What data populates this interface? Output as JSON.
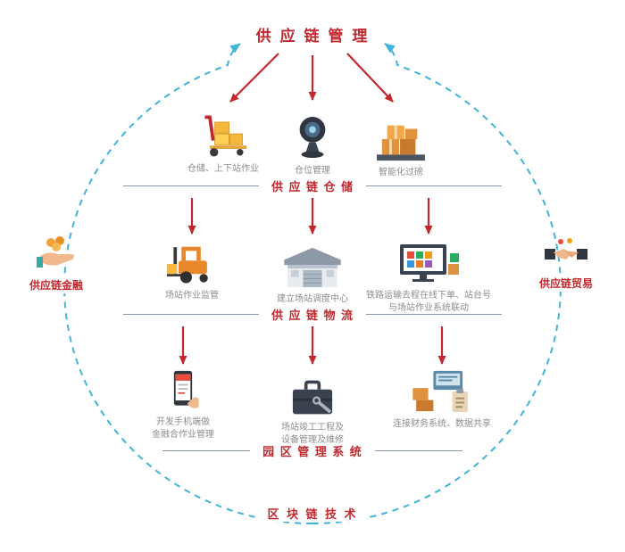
{
  "title": "供 应 链 管 理",
  "bottom_label": "区 块 链 技 术",
  "left_node": {
    "label": "供应链金融",
    "icon": "coins-in-hand-icon"
  },
  "right_node": {
    "label": "供应链贸易",
    "icon": "handshake-icon"
  },
  "sections": [
    {
      "divider": "供 应 链 仓 储",
      "items": [
        {
          "label": "仓储、上下站作业",
          "icon": "pallet-truck-icon"
        },
        {
          "label": "仓位管理",
          "icon": "webcam-icon"
        },
        {
          "label": "智能化过磅",
          "icon": "weighbridge-icon"
        }
      ]
    },
    {
      "divider": "供 应 链 物 流",
      "items": [
        {
          "label": "场站作业监管",
          "icon": "forklift-icon"
        },
        {
          "label": "建立场站调度中心",
          "icon": "warehouse-icon"
        },
        {
          "label": "铁路运输去程在线下单、站台号\n与场站作业系统联动",
          "icon": "monitor-cargo-icon"
        }
      ]
    },
    {
      "divider": "园 区 管 理 系 统",
      "items": [
        {
          "label": "开发手机端做\n金融合作业管理",
          "icon": "mobile-app-icon"
        },
        {
          "label": "场站竣工工程及\n设备管理及维修",
          "icon": "toolbox-icon"
        },
        {
          "label": "连接财务系统、数据共享",
          "icon": "finance-docs-icon"
        }
      ]
    }
  ],
  "colors": {
    "accent_red": "#c1272d",
    "circle_blue": "#41b4d8",
    "label_gray": "#8c8c8c",
    "divider_line": "#8696a8"
  }
}
